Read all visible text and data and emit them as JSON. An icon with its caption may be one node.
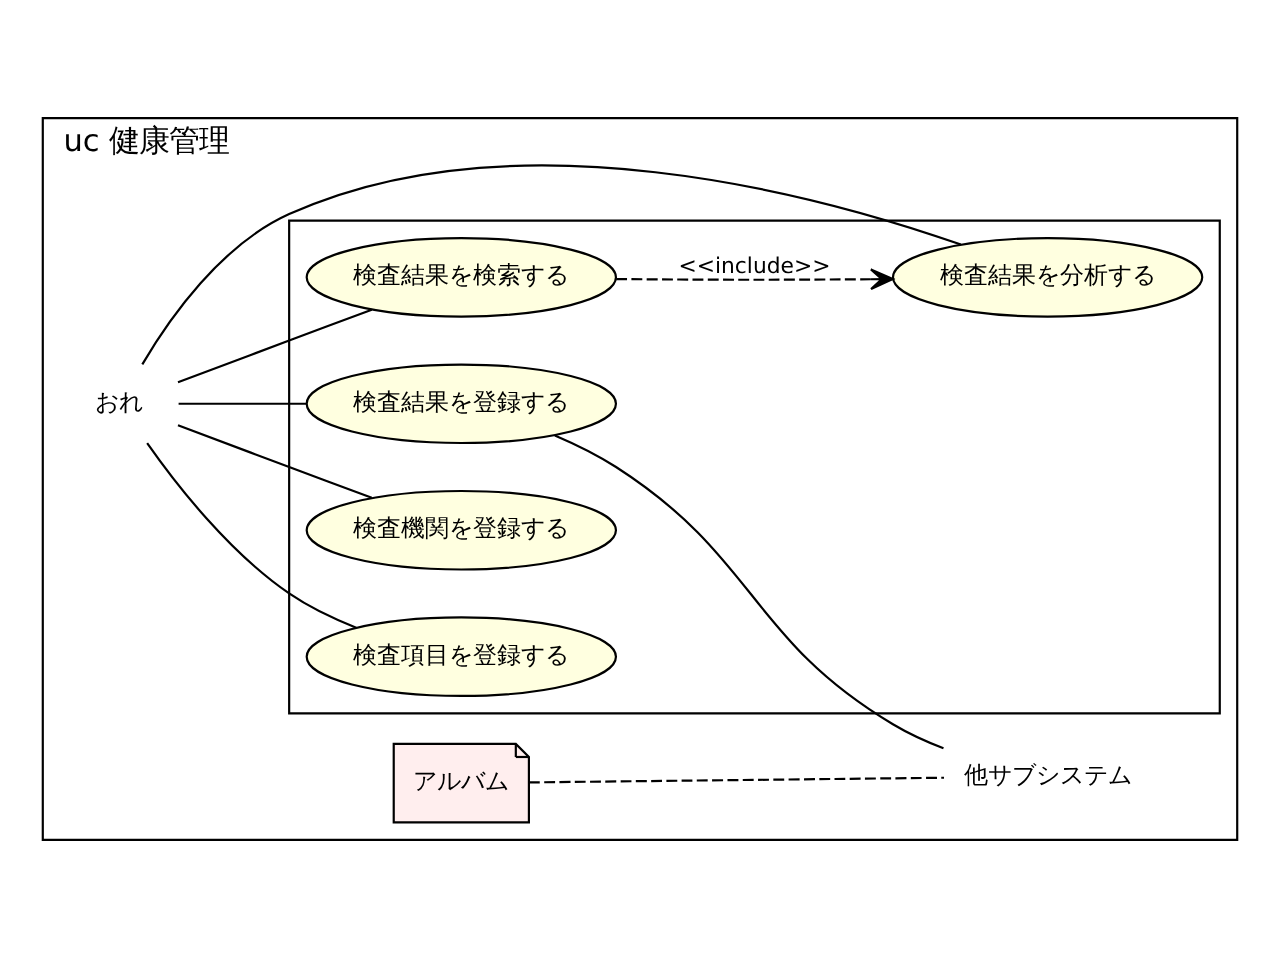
{
  "diagram": {
    "nodes": [
      {
        "text": [
          "uc 健康管理"
        ]
      },
      {
        "text": [],
        "shape": "box",
        "in": 0
      },
      {
        "text": [
          "検査項目を登録する"
        ],
        "in": 1
      },
      {
        "text": [
          "検査機関を登録する"
        ],
        "in": 1
      },
      {
        "text": [
          "検査結果を登録する"
        ],
        "in": 1
      },
      {
        "text": [
          "検査結果を検索する"
        ],
        "in": 1
      },
      {
        "text": [
          "検査結果を分析する"
        ],
        "in": 1
      },
      {
        "text": [
          "おれ"
        ],
        "in": 0
      },
      {
        "text": [
          "他サブシステム"
        ],
        "in": 0
      },
      {
        "text": [
          "アルバム"
        ],
        "in": 0
      }
    ],
    "edges": [
      {
        "from": 7,
        "to": 2,
        "arrow": "none"
      },
      {
        "from": 7,
        "to": 3,
        "arrow": "none"
      },
      {
        "from": 7,
        "to": 4,
        "arrow": "none"
      },
      {
        "from": 7,
        "to": 5,
        "arrow": "none"
      },
      {
        "from": 7,
        "to": 6,
        "arrow": "none"
      },
      {
        "from": 4,
        "to": 8,
        "arrow": "none"
      },
      {
        "from": 5,
        "to": 6,
        "arrow": "to",
        "style": "dashed",
        "label": "<<include>>"
      },
      {
        "from": 9,
        "to": 8,
        "arrow": "none",
        "style": "dashed"
      }
    ]
  }
}
